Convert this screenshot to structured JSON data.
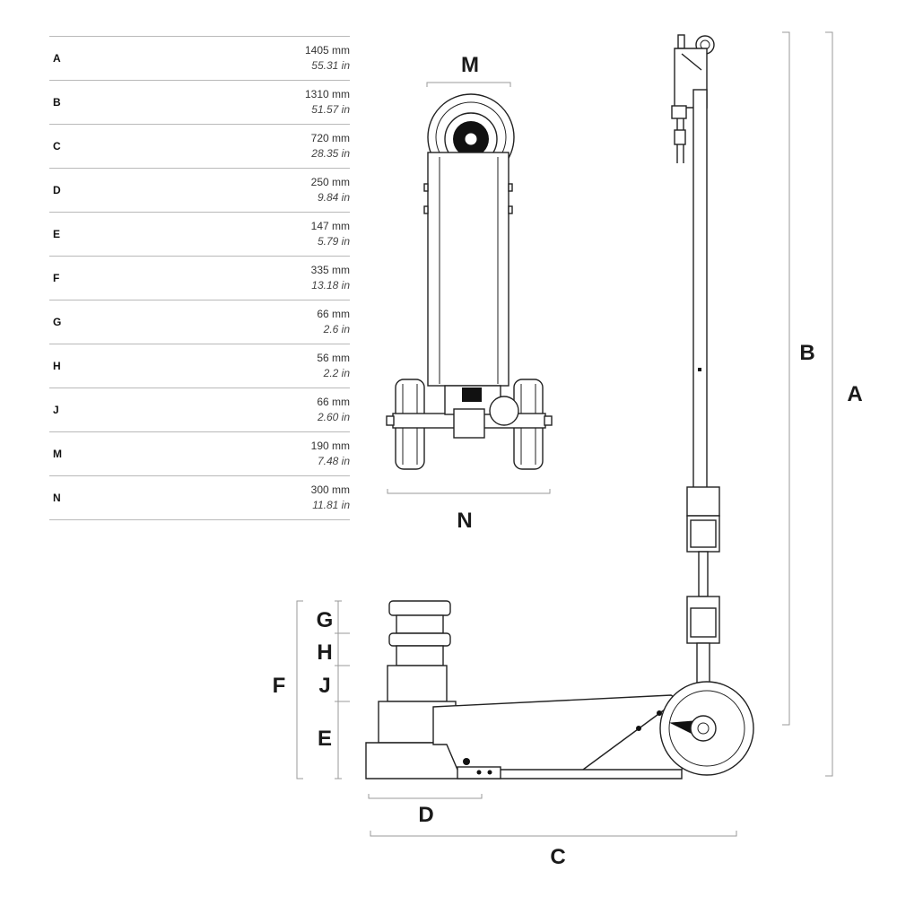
{
  "specs": [
    {
      "label": "A",
      "mm": "1405 mm",
      "in": "55.31 in"
    },
    {
      "label": "B",
      "mm": "1310 mm",
      "in": "51.57 in"
    },
    {
      "label": "C",
      "mm": "720 mm",
      "in": "28.35 in"
    },
    {
      "label": "D",
      "mm": "250 mm",
      "in": "9.84 in"
    },
    {
      "label": "E",
      "mm": "147 mm",
      "in": "5.79 in"
    },
    {
      "label": "F",
      "mm": "335 mm",
      "in": "13.18 in"
    },
    {
      "label": "G",
      "mm": "66 mm",
      "in": "2.6 in"
    },
    {
      "label": "H",
      "mm": "56 mm",
      "in": "2.2 in"
    },
    {
      "label": "J",
      "mm": "66 mm",
      "in": "2.60 in"
    },
    {
      "label": "M",
      "mm": "190 mm",
      "in": "7.48 in"
    },
    {
      "label": "N",
      "mm": "300 mm",
      "in": "11.81 in"
    }
  ],
  "diagram_labels": {
    "a": "A",
    "b": "B",
    "c": "C",
    "d": "D",
    "e": "E",
    "f": "F",
    "g": "G",
    "h": "H",
    "j": "J",
    "m": "M",
    "n": "N"
  }
}
